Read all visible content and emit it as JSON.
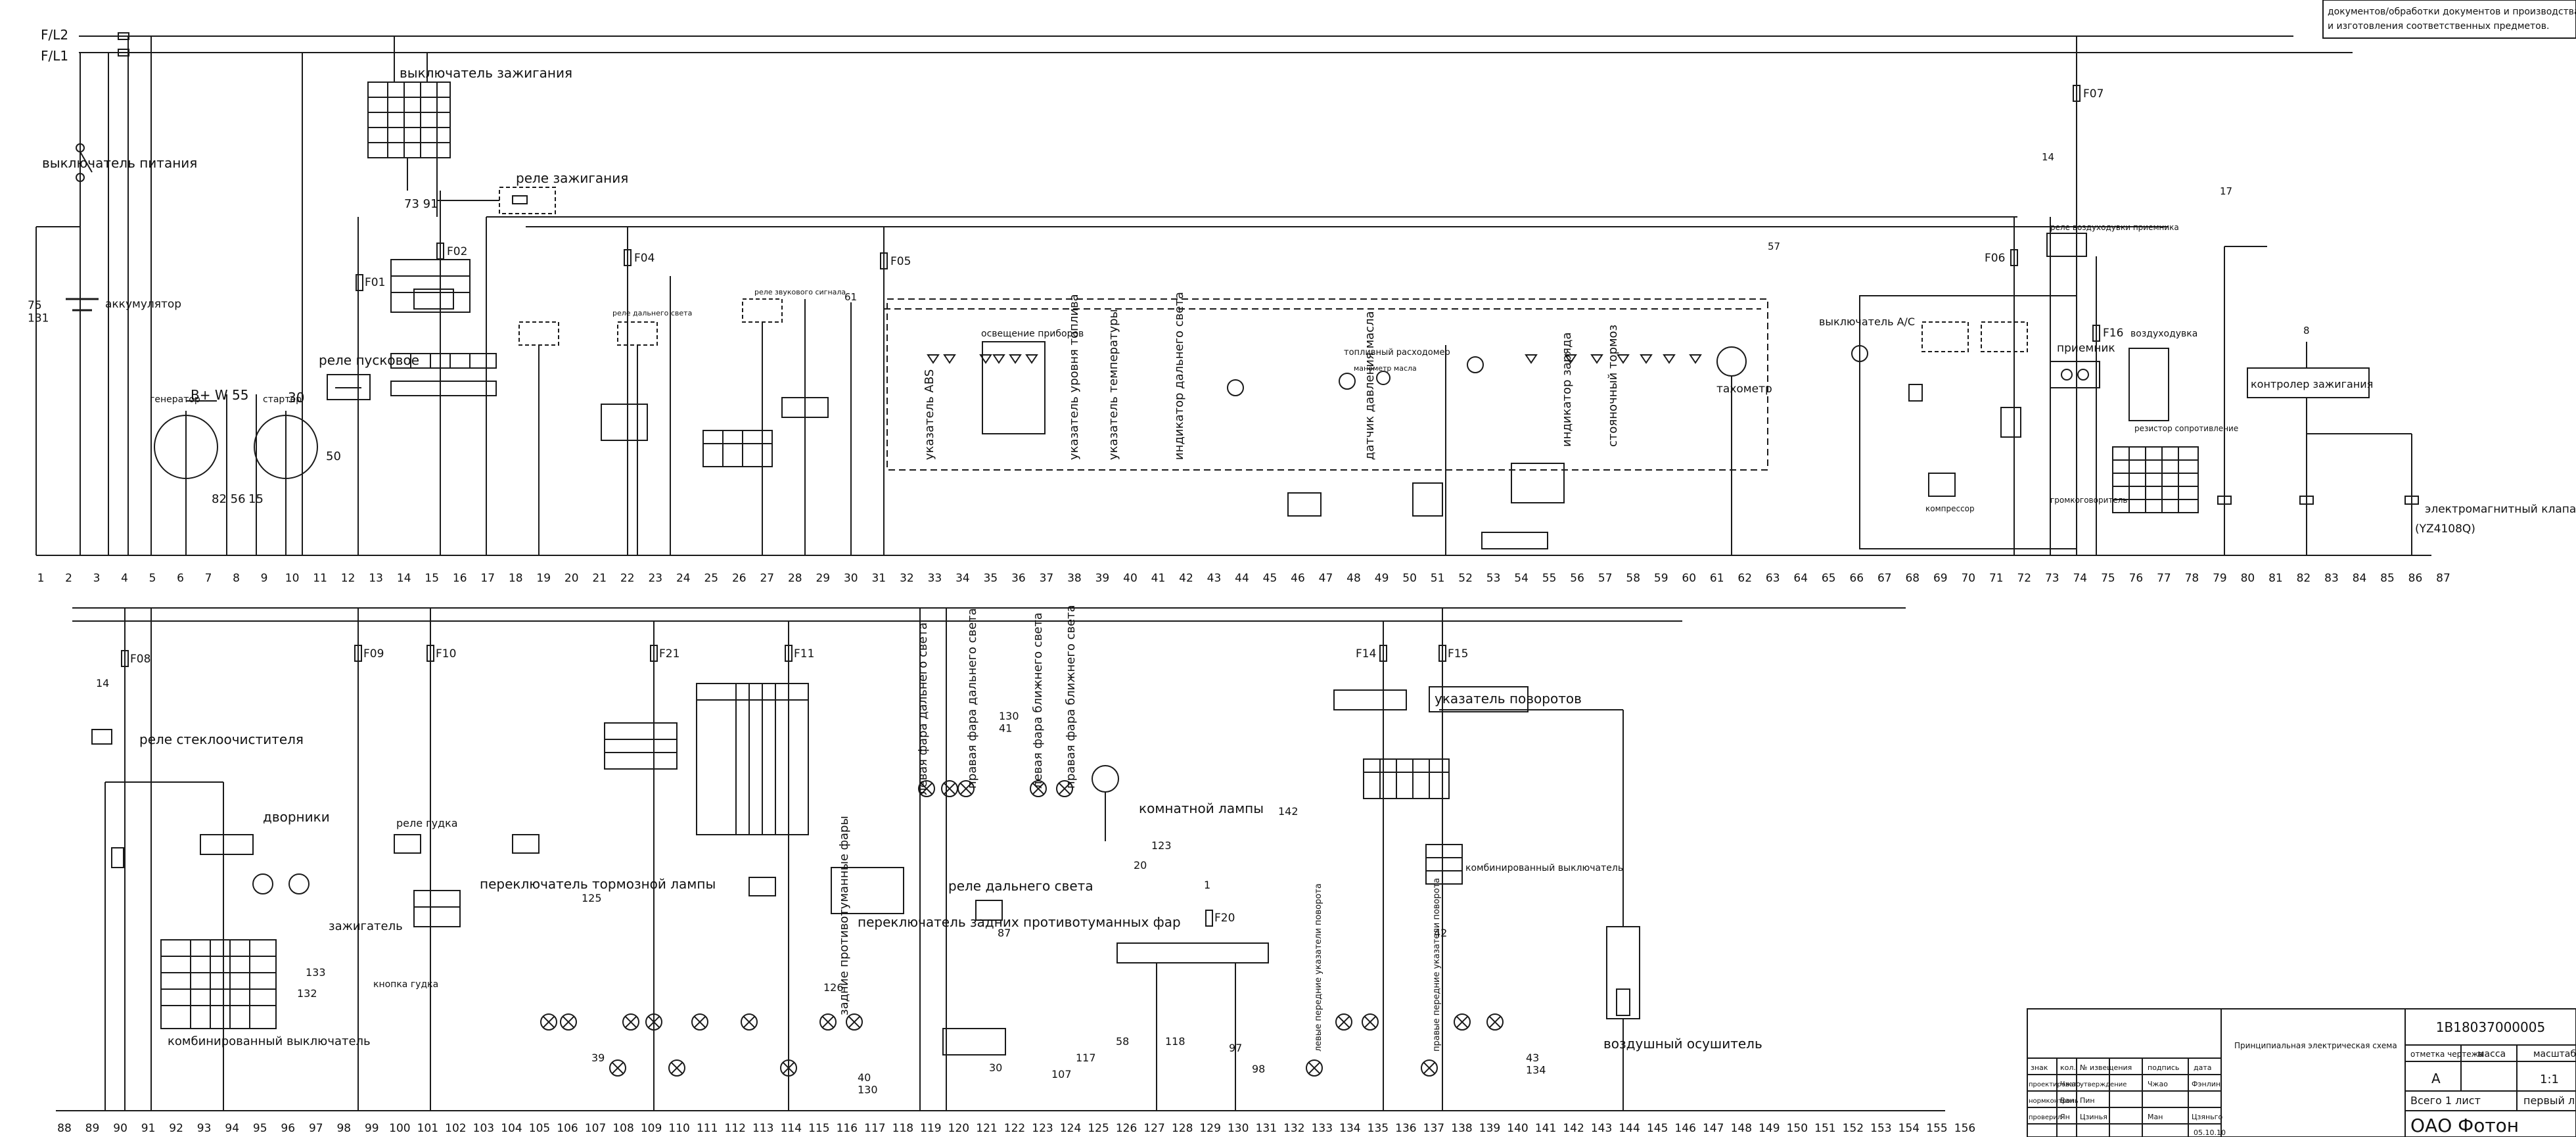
{
  "rails": {
    "l2": "F/L2",
    "l1": "F/L1"
  },
  "top_note": {
    "line1": "документов/обработки документов и производства",
    "line2": "и изготовления соответственных предметов."
  },
  "labels_top": {
    "power_switch": "выключатель питания",
    "ignition_switch": "выключатель зажигания",
    "ignition_relay": "реле зажигания",
    "battery": "аккумулятор",
    "battery_wires": "75\n131",
    "start_relay": "реле пусковое",
    "generator": "генератор",
    "starter": "стартер",
    "gen_terms": "B+   W 55",
    "starter_term": "30",
    "gen_wires": "82 56",
    "starter_wire": "15",
    "starter_wire2": "50",
    "ign_wires": "73 91",
    "fuse_f01": "F01",
    "fuse_f02": "F02",
    "fuse_f04": "F04",
    "fuse_f05": "F05",
    "fuse_f06": "F06",
    "fuse_f07": "F07",
    "fuse_f16": "F16",
    "horn_relay": "реле звукового сигнала",
    "high_beam_relay": "реле дальнего света",
    "ac_switch": "выключатель A/C",
    "compressor": "компрессор",
    "tachometer": "тахометр",
    "fuel_sensor": "топливный расходомер",
    "oil_gauge": "манометр масла",
    "ecu": "контролер зажигания",
    "valve": "электромагнитный клапан заслонки",
    "valve_model": "(YZ4108Q)",
    "blower": "воздуходувка",
    "receiver": "приемник",
    "speaker": "громкоговоритель",
    "resistor": "резистор сопротивление",
    "air_relay": "реле воздуходувки приемника",
    "battery_wire_nums": "14",
    "wire_17": "17",
    "wire_57": "57",
    "wire_61": "61",
    "wire_8": "8",
    "vert_abs": "указатель ABS",
    "vert_inst": "освещение приборов",
    "vert_fuel": "указатель уровня топлива",
    "vert_temp": "указатель температуры",
    "vert_oil": "датчик давления масла",
    "vert_charge": "индикатор заряда",
    "vert_brake": "стояночный тормоз",
    "vert_high": "индикатор дальнего света"
  },
  "labels_bottom": {
    "fuse_f08": "F08",
    "fuse_f09": "F09",
    "fuse_f10": "F10",
    "fuse_f11": "F11",
    "fuse_f14": "F14",
    "fuse_f15": "F15",
    "fuse_f20": "F20",
    "fuse_f21": "F21",
    "wiper_relay": "реле стеклоочистителя",
    "washers": "дворники",
    "combo_switch": "комбинированный выключатель",
    "lighter": "зажигатель",
    "horn_button": "кнопка гудка",
    "horn_relay": "реле гудка",
    "brake_switch": "переключатель тормозной лампы",
    "far_light_relay": "реле дальнего света",
    "rear_fog": "переключатель задних противотуманных фар",
    "room_lamp": "комнатной лампы",
    "turn_ind": "указатель поворотов",
    "combo_switch2": "комбинированный выключатель",
    "air_dryer": "воздушный осушитель",
    "w14": "14",
    "w125": "125",
    "w132": "132",
    "w133": "133",
    "w39": "39",
    "w40_130": "40\n130",
    "w97": "97",
    "w98": "98",
    "w107": "107",
    "w117": "117",
    "w58": "58",
    "w118": "118",
    "w20": "20",
    "w123": "123",
    "w142": "142",
    "w43_134": "43\n134",
    "w42": "42",
    "w1": "1",
    "w130_41": "130\n41",
    "w126": "126",
    "w87": "87",
    "w30": "30",
    "v_left_far": "левая фара дальнего света",
    "v_right_far": "правая фара дальнего света",
    "v_left_low": "левая фара ближнего света",
    "v_right_low": "правая фара ближнего света",
    "v_rear_fog": "задние противотуманные фары",
    "v_turn_l": "левые передние указатели поворота",
    "v_turn_r": "правые передние указатели поворота"
  },
  "ruler_top": {
    "start": 1,
    "end": 87
  },
  "ruler_bottom": {
    "start": 88,
    "end": 156
  },
  "title_block": {
    "drawing_no": "1B18037000005",
    "drawing_name": "Принципиальная электрическая схема",
    "col_sign": "отметка чертежа",
    "col_mass": "масса",
    "col_scale": "масштаб",
    "sign_val": "A",
    "scale_val": "1:1",
    "sheets_total": "Всего 1 лист",
    "sheet_first": "первый лист",
    "company": "ОАО Фотон",
    "date": "05.10.10",
    "r1c1": "знак",
    "r1c2": "кол.",
    "r1c3": "№ извещения",
    "r1c4": "подпись",
    "r1c5": "дата",
    "r2c1": "проектировал",
    "r2c2": "Чжао",
    "r2c3": "утверждение",
    "r2c4": "Чжао",
    "r2c5": "Фэнлин",
    "r3c1": "нормконтроль",
    "r3c2": "Ван",
    "r3c3": "Пин",
    "r4c1": "проверил",
    "r4c2": "Ян",
    "r4c3": "Цзинья",
    "r4c4": "Ман",
    "r4c5": "Цзяньго"
  },
  "colors": {
    "line": "#1a1a1a",
    "background": "#ffffff"
  }
}
